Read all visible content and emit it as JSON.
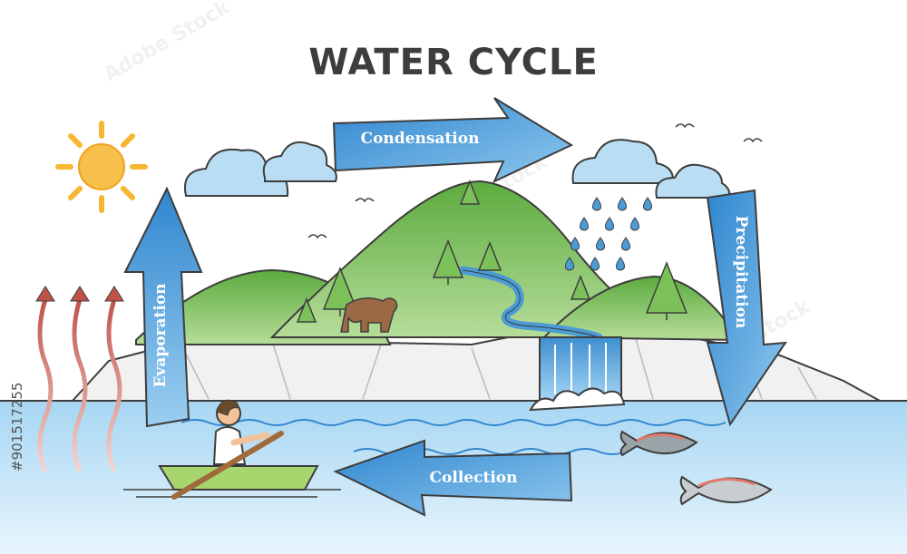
{
  "title": "WATER CYCLE",
  "stages": {
    "condensation": "Condensation",
    "precipitation": "Precipitation",
    "collection": "Collection",
    "evaporation": "Evaporation"
  },
  "stock_id": "#901517255",
  "watermark": "Adobe Stock",
  "colors": {
    "arrow_fill": "#4a9bd6",
    "arrow_light": "#9ccff0",
    "sky_water": "#bfe2f7",
    "hill_green": "#5cab3f",
    "hill_light": "#9fd07e",
    "sun": "#f7b733",
    "heat": "#c0524a"
  }
}
